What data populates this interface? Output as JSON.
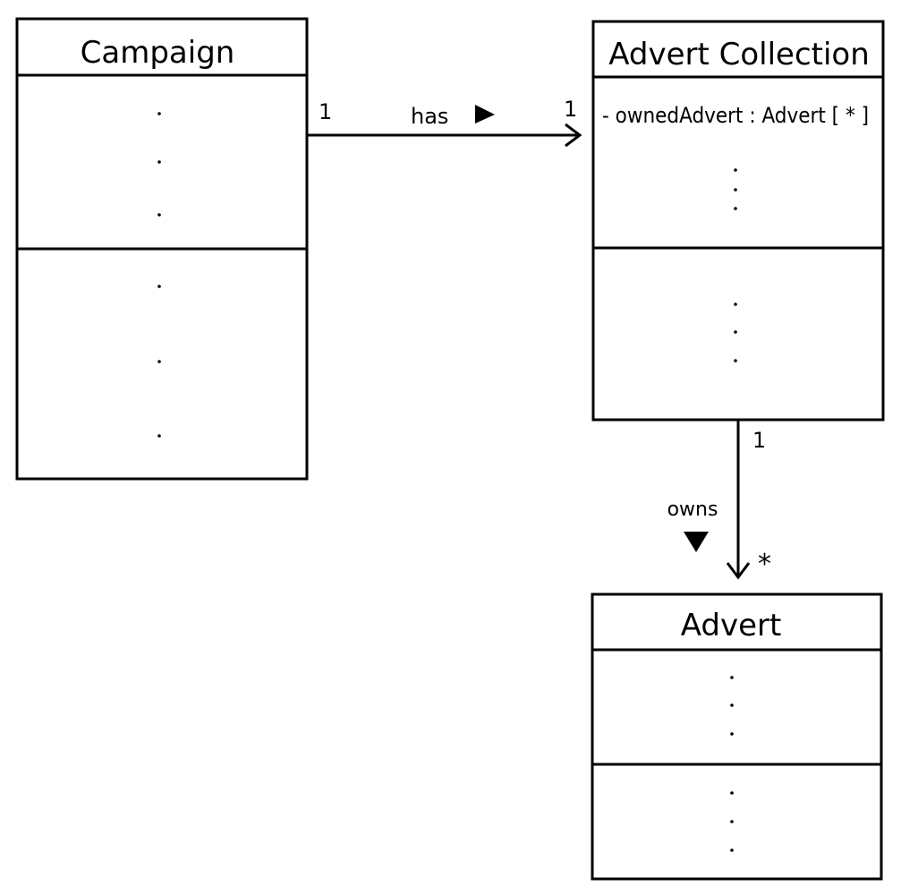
{
  "classes": {
    "campaign": {
      "name": "Campaign"
    },
    "advert_collection": {
      "name": "Advert Collection",
      "attribute": "- ownedAdvert : Advert [ * ]"
    },
    "advert": {
      "name": "Advert"
    }
  },
  "associations": {
    "has": {
      "label": "has",
      "source_multiplicity": "1",
      "target_multiplicity": "1"
    },
    "owns": {
      "label": "owns",
      "source_multiplicity": "1",
      "target_multiplicity": "*"
    }
  }
}
